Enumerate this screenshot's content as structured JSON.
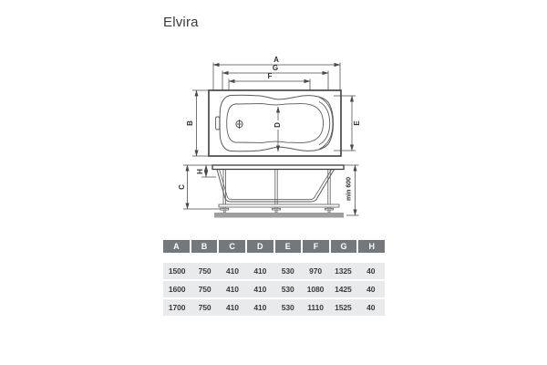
{
  "page": {
    "title": "Elvira"
  },
  "diagram": {
    "top_view": {
      "dim_a": "A",
      "dim_g": "G",
      "dim_f": "F",
      "dim_b": "B",
      "dim_d": "D",
      "dim_e": "E"
    },
    "side_view": {
      "dim_h": "H",
      "dim_c": "C",
      "min_height": "min 600"
    },
    "icons": {
      "drain": "drain-symbol"
    }
  },
  "table": {
    "headers": [
      "A",
      "B",
      "C",
      "D",
      "E",
      "F",
      "G",
      "H"
    ],
    "rows": [
      [
        "1500",
        "750",
        "410",
        "410",
        "530",
        "970",
        "1325",
        "40"
      ],
      [
        "1600",
        "750",
        "410",
        "410",
        "530",
        "1080",
        "1425",
        "40"
      ],
      [
        "1700",
        "750",
        "410",
        "410",
        "530",
        "1110",
        "1525",
        "40"
      ]
    ]
  },
  "colors": {
    "table_header_bg": "#75787a",
    "table_row_bg": "#e9eaeb",
    "ground": "#9c9ea0",
    "line_main": "#3d3d3d",
    "line_thin": "#5a5a5a",
    "line_dim": "#4a4a4a"
  }
}
